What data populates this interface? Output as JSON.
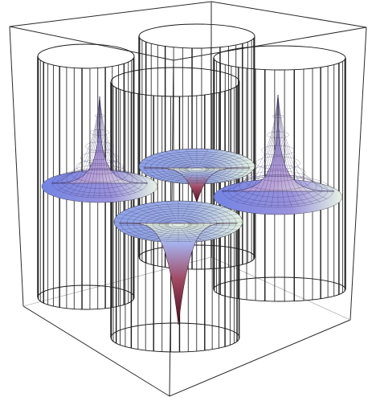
{
  "figure": {
    "kind": "3d-surface-plot",
    "description_visible_text": "",
    "background": "#ffffff",
    "box_color": "#2a2a2a",
    "wireframe_color": "#1a1a1a",
    "surfaces": [
      {
        "id": "back-left-cone-up",
        "orientation": "up",
        "palette": [
          "#6f7fe0",
          "#a898d8",
          "#d8a0c8",
          "#e8f0e8"
        ]
      },
      {
        "id": "back-center-cone-down",
        "orientation": "down",
        "palette": [
          "#8a3040",
          "#c06080",
          "#9aa8e8",
          "#e0f0e0"
        ]
      },
      {
        "id": "right-cone-up",
        "orientation": "up",
        "palette": [
          "#6f7fe0",
          "#a898d8",
          "#d8a0c8",
          "#e8f0e8"
        ]
      },
      {
        "id": "front-cone-down",
        "orientation": "down",
        "palette": [
          "#7a1e2e",
          "#b05070",
          "#9aa8e8",
          "#e0f0e0"
        ]
      }
    ]
  }
}
